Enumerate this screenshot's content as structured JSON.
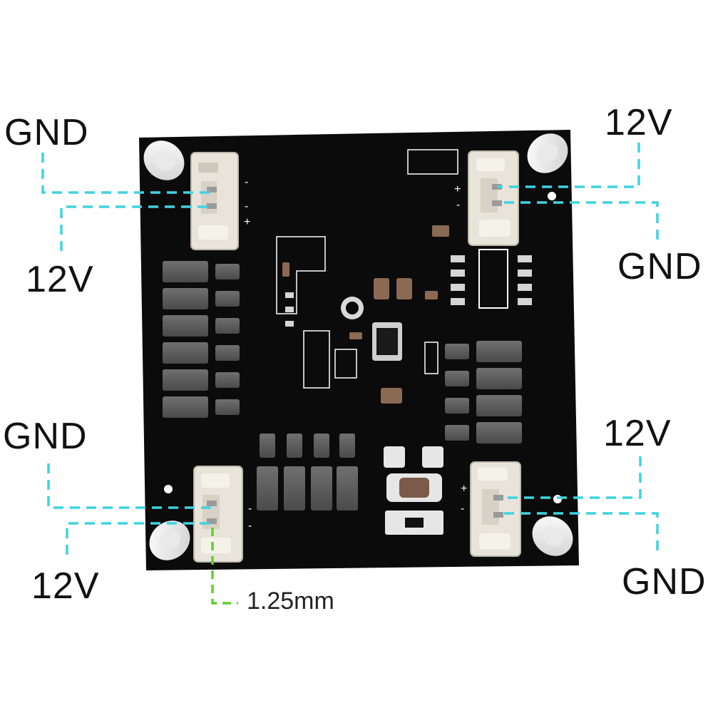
{
  "labels": {
    "top_left_gnd": "GND",
    "top_left_12v": "12V",
    "top_right_12v": "12V",
    "top_right_gnd": "GND",
    "bottom_left_gnd": "GND",
    "bottom_left_12v": "12V",
    "bottom_right_12v": "12V",
    "bottom_right_gnd": "GND",
    "pitch": "1.25mm"
  },
  "colors": {
    "board": "#0b0b0b",
    "pad": "#5c5c5c",
    "leader_line": "#3fd3e2",
    "pitch_line": "#5bd12c",
    "connector": "#e8e4da",
    "silkscreen": "#ffffff"
  },
  "icons": [
    "mounting-hole",
    "jst-connector",
    "smd-pad",
    "inductor",
    "capacitor"
  ]
}
